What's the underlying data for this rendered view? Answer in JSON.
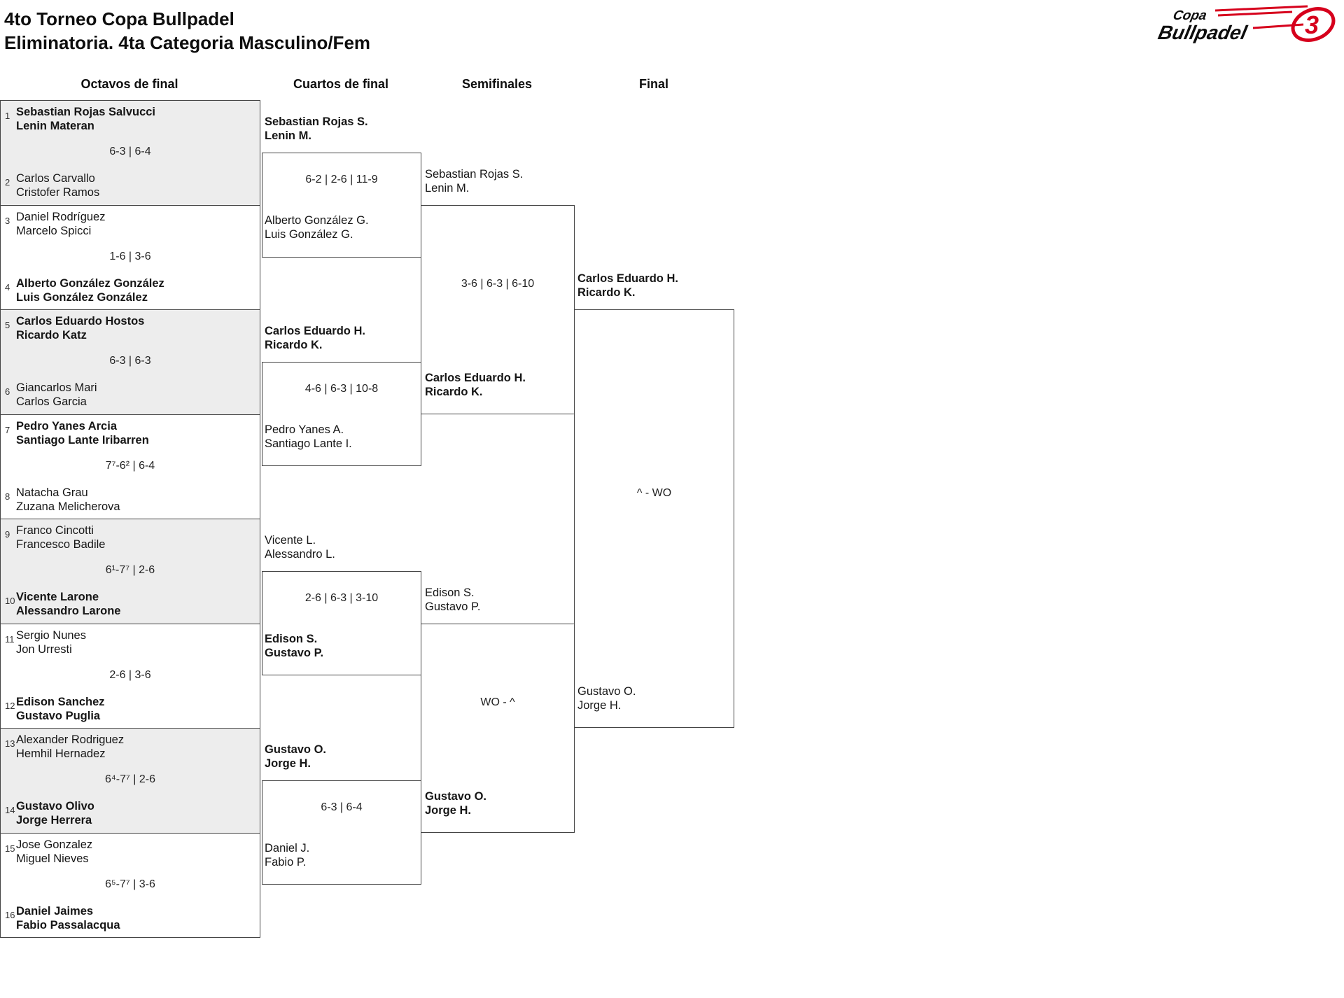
{
  "header": {
    "title_line1": "4to Torneo Copa Bullpadel",
    "title_line2": "Eliminatoria. 4ta Categoria Masculino/Fem",
    "logo": {
      "word_top": "Copa",
      "word_bottom": "Bullpadel",
      "emblem_glyph": "3"
    }
  },
  "round_headers": {
    "octavos": "Octavos de final",
    "cuartos": "Cuartos de final",
    "semifinales": "Semifinales",
    "final": "Final"
  },
  "octavos": [
    {
      "seed_top": "1",
      "team_top_line1": "Sebastian Rojas Salvucci",
      "team_top_line2": "Lenin Materan",
      "top_is_winner": true,
      "score": "6-3 | 6-4",
      "seed_bottom": "2",
      "team_bottom_line1": "Carlos Carvallo",
      "team_bottom_line2": "Cristofer Ramos",
      "bottom_is_winner": false,
      "shaded": true
    },
    {
      "seed_top": "3",
      "team_top_line1": "Daniel Rodríguez",
      "team_top_line2": "Marcelo Spicci",
      "top_is_winner": false,
      "score": "1-6 | 3-6",
      "seed_bottom": "4",
      "team_bottom_line1": "Alberto González González",
      "team_bottom_line2": "Luis González González",
      "bottom_is_winner": true,
      "shaded": false
    },
    {
      "seed_top": "5",
      "team_top_line1": "Carlos Eduardo Hostos",
      "team_top_line2": "Ricardo Katz",
      "top_is_winner": true,
      "score": "6-3 | 6-3",
      "seed_bottom": "6",
      "team_bottom_line1": "Giancarlos Mari",
      "team_bottom_line2": "Carlos Garcia",
      "bottom_is_winner": false,
      "shaded": true
    },
    {
      "seed_top": "7",
      "team_top_line1": "Pedro Yanes Arcia",
      "team_top_line2": "Santiago Lante Iribarren",
      "top_is_winner": true,
      "score": "7⁷-6² | 6-4",
      "seed_bottom": "8",
      "team_bottom_line1": "Natacha Grau",
      "team_bottom_line2": "Zuzana Melicherova",
      "bottom_is_winner": false,
      "shaded": false
    },
    {
      "seed_top": "9",
      "team_top_line1": "Franco Cincotti",
      "team_top_line2": "Francesco Badile",
      "top_is_winner": false,
      "score": "6¹-7⁷ | 2-6",
      "seed_bottom": "10",
      "team_bottom_line1": "Vicente Larone",
      "team_bottom_line2": "Alessandro Larone",
      "bottom_is_winner": true,
      "shaded": true
    },
    {
      "seed_top": "11",
      "team_top_line1": "Sergio Nunes",
      "team_top_line2": "Jon Urresti",
      "top_is_winner": false,
      "score": "2-6 | 3-6",
      "seed_bottom": "12",
      "team_bottom_line1": "Edison Sanchez",
      "team_bottom_line2": "Gustavo Puglia",
      "bottom_is_winner": true,
      "shaded": false
    },
    {
      "seed_top": "13",
      "team_top_line1": "Alexander Rodriguez",
      "team_top_line2": "Hemhil Hernadez",
      "top_is_winner": false,
      "score": "6⁴-7⁷ | 2-6",
      "seed_bottom": "14",
      "team_bottom_line1": "Gustavo Olivo",
      "team_bottom_line2": "Jorge Herrera",
      "bottom_is_winner": true,
      "shaded": true
    },
    {
      "seed_top": "15",
      "team_top_line1": "Jose Gonzalez",
      "team_top_line2": "Miguel Nieves",
      "top_is_winner": false,
      "score": "6⁵-7⁷ | 3-6",
      "seed_bottom": "16",
      "team_bottom_line1": "Daniel Jaimes",
      "team_bottom_line2": "Fabio Passalacqua",
      "bottom_is_winner": true,
      "shaded": false
    }
  ],
  "cuartos": [
    {
      "team_top_line1": "Sebastian Rojas S.",
      "team_top_line2": "Lenin M.",
      "top_is_winner": true,
      "score": "6-2 | 2-6 | 11-9",
      "team_bottom_line1": "Alberto González G.",
      "team_bottom_line2": "Luis González G.",
      "bottom_is_winner": false
    },
    {
      "team_top_line1": "Carlos Eduardo H.",
      "team_top_line2": "Ricardo K.",
      "top_is_winner": true,
      "score": "4-6 | 6-3 | 10-8",
      "team_bottom_line1": "Pedro Yanes A.",
      "team_bottom_line2": "Santiago Lante I.",
      "bottom_is_winner": false
    },
    {
      "team_top_line1": "Vicente L.",
      "team_top_line2": "Alessandro L.",
      "top_is_winner": false,
      "score": "2-6 | 6-3 | 3-10",
      "team_bottom_line1": "Edison S.",
      "team_bottom_line2": "Gustavo P.",
      "bottom_is_winner": true
    },
    {
      "team_top_line1": "Gustavo O.",
      "team_top_line2": "Jorge H.",
      "top_is_winner": true,
      "score": "6-3 | 6-4",
      "team_bottom_line1": "Daniel J.",
      "team_bottom_line2": "Fabio P.",
      "bottom_is_winner": false
    }
  ],
  "semifinales": [
    {
      "team_top_line1": "Sebastian Rojas S.",
      "team_top_line2": "Lenin M.",
      "top_is_winner": false,
      "score": "3-6 | 6-3 | 6-10",
      "team_bottom_line1": "Carlos Eduardo H.",
      "team_bottom_line2": "Ricardo K.",
      "bottom_is_winner": true
    },
    {
      "team_top_line1": "Edison S.",
      "team_top_line2": "Gustavo P.",
      "top_is_winner": false,
      "score": "WO - ^",
      "team_bottom_line1": "Gustavo O.",
      "team_bottom_line2": "Jorge H.",
      "bottom_is_winner": true
    }
  ],
  "final": {
    "team_top_line1": "Carlos Eduardo H.",
    "team_top_line2": "Ricardo K.",
    "top_is_winner": true,
    "score": "^ - WO",
    "team_bottom_line1": "Gustavo O.",
    "team_bottom_line2": "Jorge H.",
    "bottom_is_winner": false
  },
  "colors": {
    "accent_red": "#d6001c",
    "shaded_bg": "#ededed",
    "line": "#444444",
    "text": "#161616"
  }
}
